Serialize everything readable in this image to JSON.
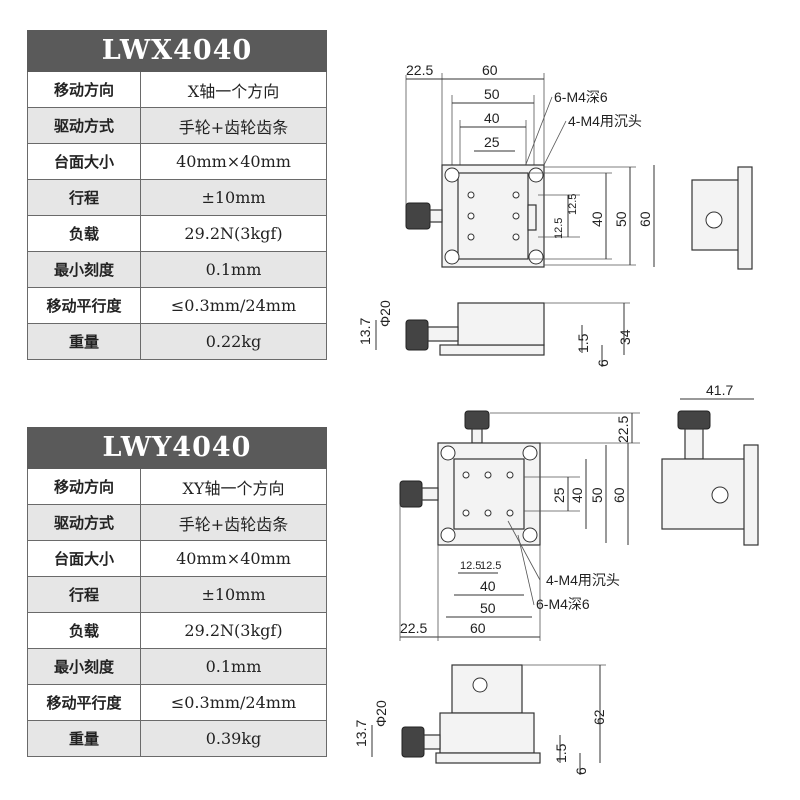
{
  "tables": [
    {
      "title": "LWX4040",
      "rows": [
        {
          "key": "移动方向",
          "value": "X轴一个方向"
        },
        {
          "key": "驱动方式",
          "value": "手轮+齿轮齿条"
        },
        {
          "key": "台面大小",
          "value": "40mm×40mm"
        },
        {
          "key": "行程",
          "value": "±10mm"
        },
        {
          "key": "负载",
          "value": "29.2N(3kgf)"
        },
        {
          "key": "最小刻度",
          "value": "0.1mm"
        },
        {
          "key": "移动平行度",
          "value": "≤0.3mm/24mm"
        },
        {
          "key": "重量",
          "value": "0.22kg"
        }
      ]
    },
    {
      "title": "LWY4040",
      "rows": [
        {
          "key": "移动方向",
          "value": "XY轴一个方向"
        },
        {
          "key": "驱动方式",
          "value": "手轮+齿轮齿条"
        },
        {
          "key": "台面大小",
          "value": "40mm×40mm"
        },
        {
          "key": "行程",
          "value": "±10mm"
        },
        {
          "key": "负载",
          "value": "29.2N(3kgf)"
        },
        {
          "key": "最小刻度",
          "value": "0.1mm"
        },
        {
          "key": "移动平行度",
          "value": "≤0.3mm/24mm"
        },
        {
          "key": "重量",
          "value": "0.39kg"
        }
      ]
    }
  ],
  "drawing1": {
    "top_dims": [
      "22.5",
      "60",
      "50",
      "40",
      "25"
    ],
    "hole_notes": [
      "6-M4深6",
      "4-M4用沉头"
    ],
    "right_dims": [
      "12.5",
      "12.5",
      "40",
      "50",
      "60"
    ],
    "side_dims": [
      "13.7",
      "Φ20",
      "1.5",
      "34",
      "6"
    ]
  },
  "drawing2": {
    "top_dims": [
      "22.5"
    ],
    "side_width": "41.7",
    "right_dims": [
      "25",
      "40",
      "50",
      "60"
    ],
    "bottom_dims": [
      "12.5",
      "12.5",
      "40",
      "50",
      "22.5",
      "60"
    ],
    "hole_notes": [
      "4-M4用沉头",
      "6-M4深6"
    ],
    "side_dims": [
      "13.7",
      "Φ20",
      "62",
      "1.5",
      "6"
    ]
  }
}
